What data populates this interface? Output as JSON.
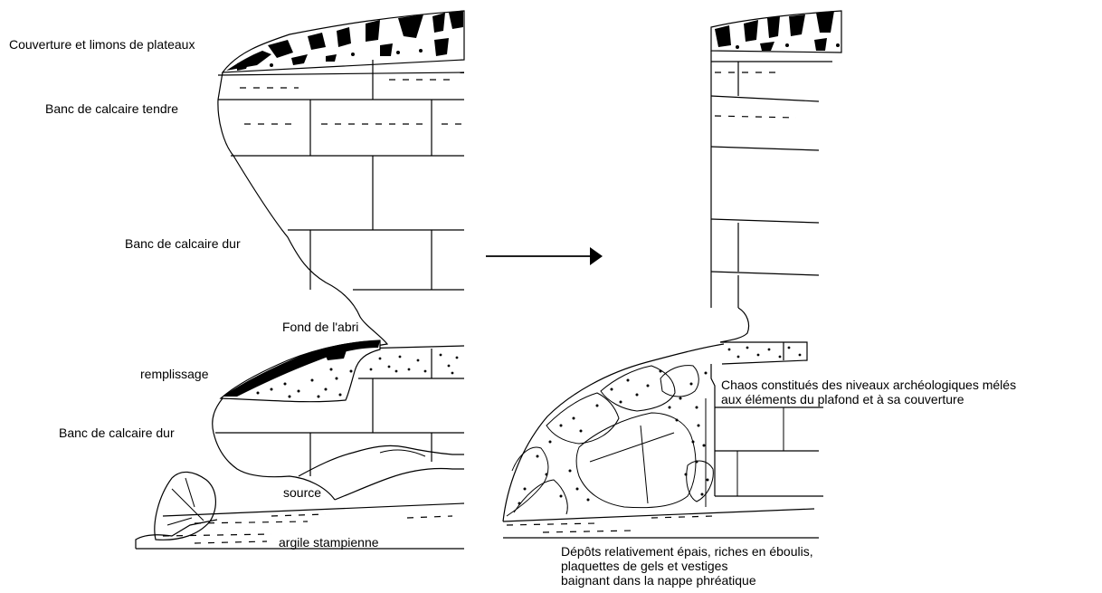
{
  "left_profile": {
    "labels": {
      "couverture": "Couverture et limons de plateaux",
      "calcaire_tendre": "Banc de calcaire tendre",
      "calcaire_dur_upper": "Banc de calcaire dur",
      "fond_abri": "Fond de l'abri",
      "remplissage": "remplissage",
      "calcaire_dur_lower": "Banc de calcaire dur",
      "source": "source",
      "argile": "argile stampienne"
    }
  },
  "right_profile": {
    "chaos_label": {
      "line1": "Chaos constitués des niveaux archéologiques mélés",
      "line2": "aux éléments du plafond et à sa couverture"
    },
    "depots_label": {
      "line1": "Dépôts relativement épais, riches en éboulis,",
      "line2": "plaquettes de gels et vestiges",
      "line3": "baignant dans la nappe phréatique"
    }
  },
  "colors": {
    "ink": "#000000",
    "paper": "#ffffff"
  }
}
